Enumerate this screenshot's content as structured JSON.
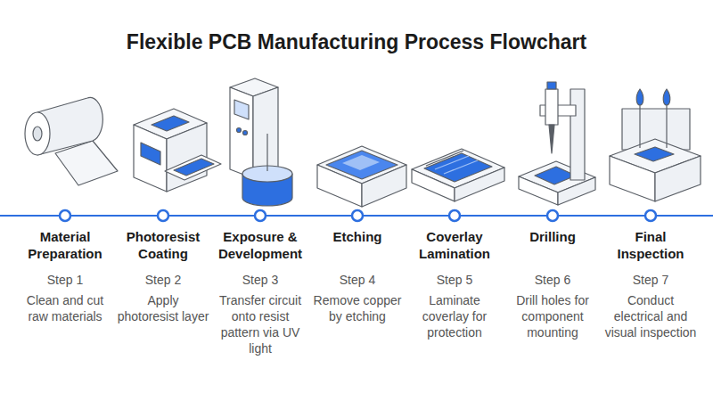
{
  "diagram": {
    "title": "Flexible PCB Manufacturing Process Flowchart",
    "nodes": [
      {
        "text": [
          "Material Preparation",
          "Step 1",
          "Clean and cut raw materials"
        ]
      },
      {
        "text": [
          "Photoresist Coating",
          "Step 2",
          "Apply photoresist layer"
        ]
      },
      {
        "text": [
          "Exposure & Development",
          "Step 3",
          "Transfer circuit onto resist pattern via UV light"
        ]
      },
      {
        "text": [
          "Etching",
          "Step 4",
          "Remove copper by etching"
        ]
      },
      {
        "text": [
          "Coverlay Lamination",
          "Step 5",
          "Laminate coverlay for protection"
        ]
      },
      {
        "text": [
          "Drilling",
          "Step 6",
          "Drill holes for component mounting"
        ]
      },
      {
        "text": [
          "Final Inspection",
          "Step 7",
          "Conduct electrical and visual inspection"
        ]
      }
    ],
    "edges": [
      {
        "from": 0,
        "to": 1,
        "arrow": "none"
      },
      {
        "from": 1,
        "to": 2,
        "arrow": "none"
      },
      {
        "from": 2,
        "to": 3,
        "arrow": "none"
      },
      {
        "from": 3,
        "to": 4,
        "arrow": "none"
      },
      {
        "from": 4,
        "to": 5,
        "arrow": "none"
      },
      {
        "from": 5,
        "to": 6,
        "arrow": "none"
      }
    ]
  }
}
